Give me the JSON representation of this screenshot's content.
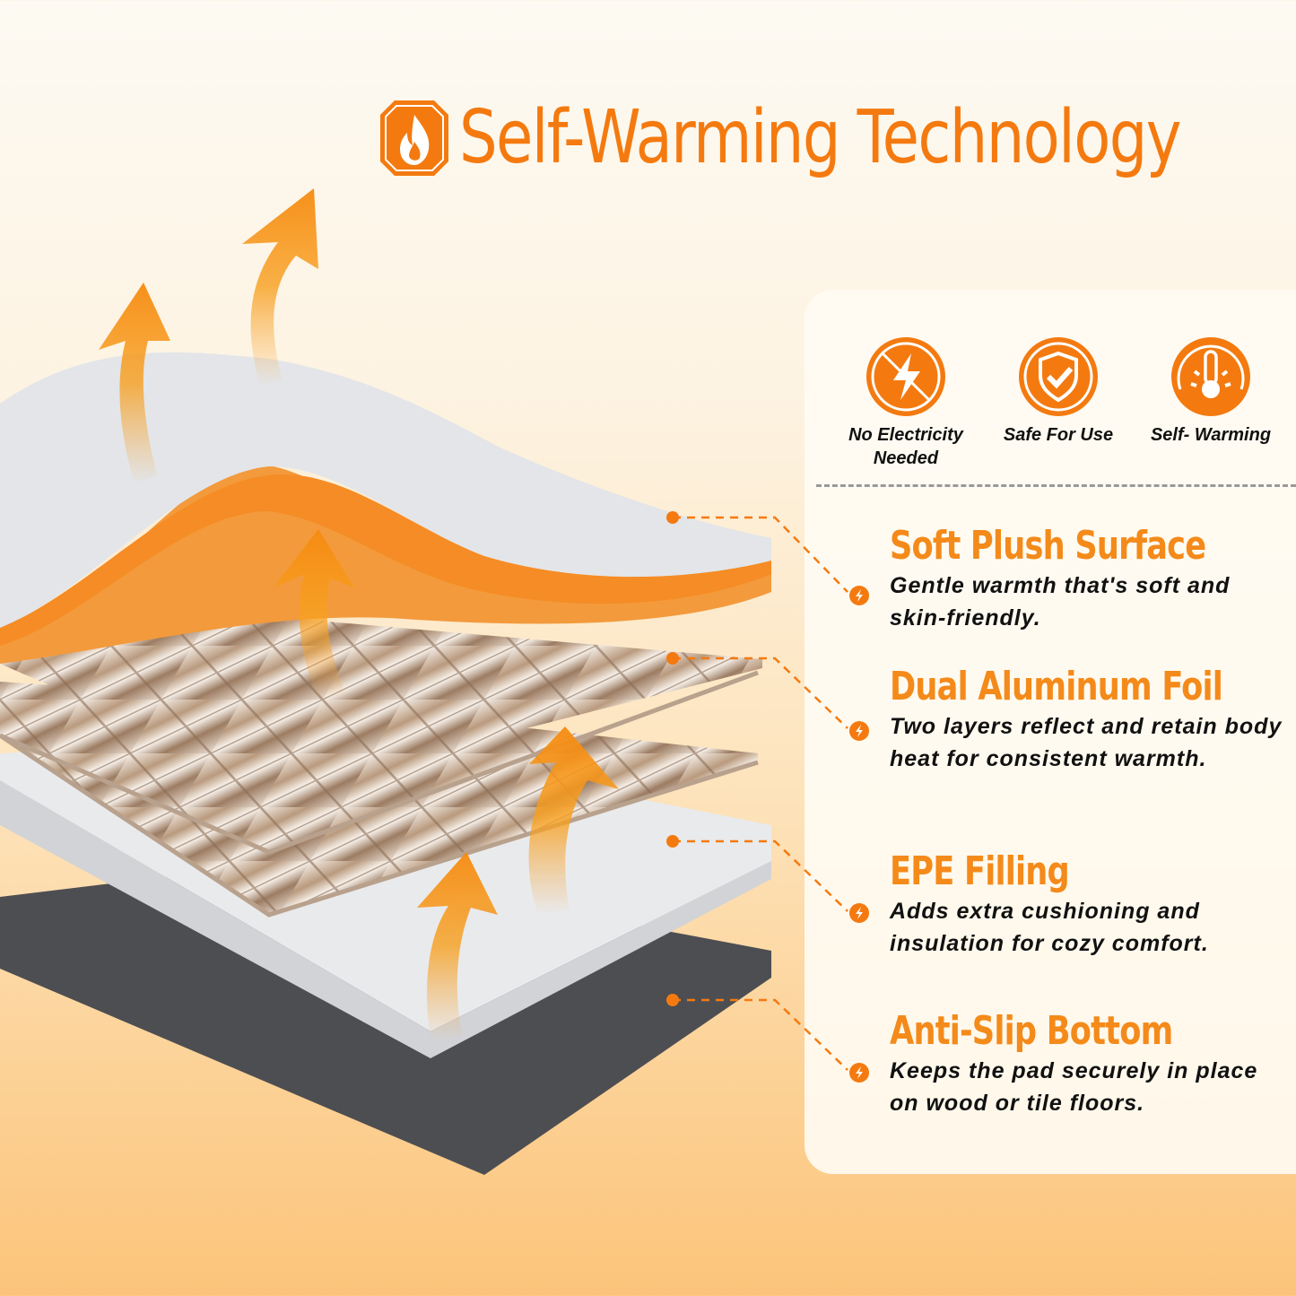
{
  "header": {
    "title": "Self-Warming Technology",
    "icon": "flame-icon"
  },
  "colors": {
    "accent_orange": "#f47a10",
    "heading_orange": "#f48a1a",
    "text": "#111111",
    "panel_bg": "#fffcf4",
    "foil": "#c9a98a",
    "plush": "#e6e8ea",
    "bottom_felt": "#4a4b4e"
  },
  "badges": [
    {
      "icon": "no-electricity-icon",
      "label_line1": "No Electricity",
      "label_line2": "Needed"
    },
    {
      "icon": "shield-check-icon",
      "label_line1": "Safe For Use",
      "label_line2": ""
    },
    {
      "icon": "thermometer-icon",
      "label_line1": "Self- Warming",
      "label_line2": ""
    }
  ],
  "features": [
    {
      "title": "Soft Plush Surface",
      "description": "Gentle warmth that's soft and skin-friendly.",
      "bullet_icon": "lightning-bolt-icon"
    },
    {
      "title": "Dual Aluminum Foil",
      "description": "Two layers reflect and retain body heat for consistent warmth.",
      "bullet_icon": "lightning-bolt-icon"
    },
    {
      "title": "EPE Filling",
      "description": "Adds extra cushioning and insulation for cozy comfort.",
      "bullet_icon": "lightning-bolt-icon"
    },
    {
      "title": "Anti-Slip Bottom",
      "description": "Keeps the pad securely in place on wood or tile floors.",
      "bullet_icon": "lightning-bolt-icon"
    }
  ],
  "illustration": {
    "layers": [
      "Soft Plush Surface",
      "Dual Aluminum Foil (upper)",
      "Dual Aluminum Foil (lower)",
      "EPE Filling",
      "Anti-Slip Bottom"
    ],
    "heat_arrows": 5
  }
}
